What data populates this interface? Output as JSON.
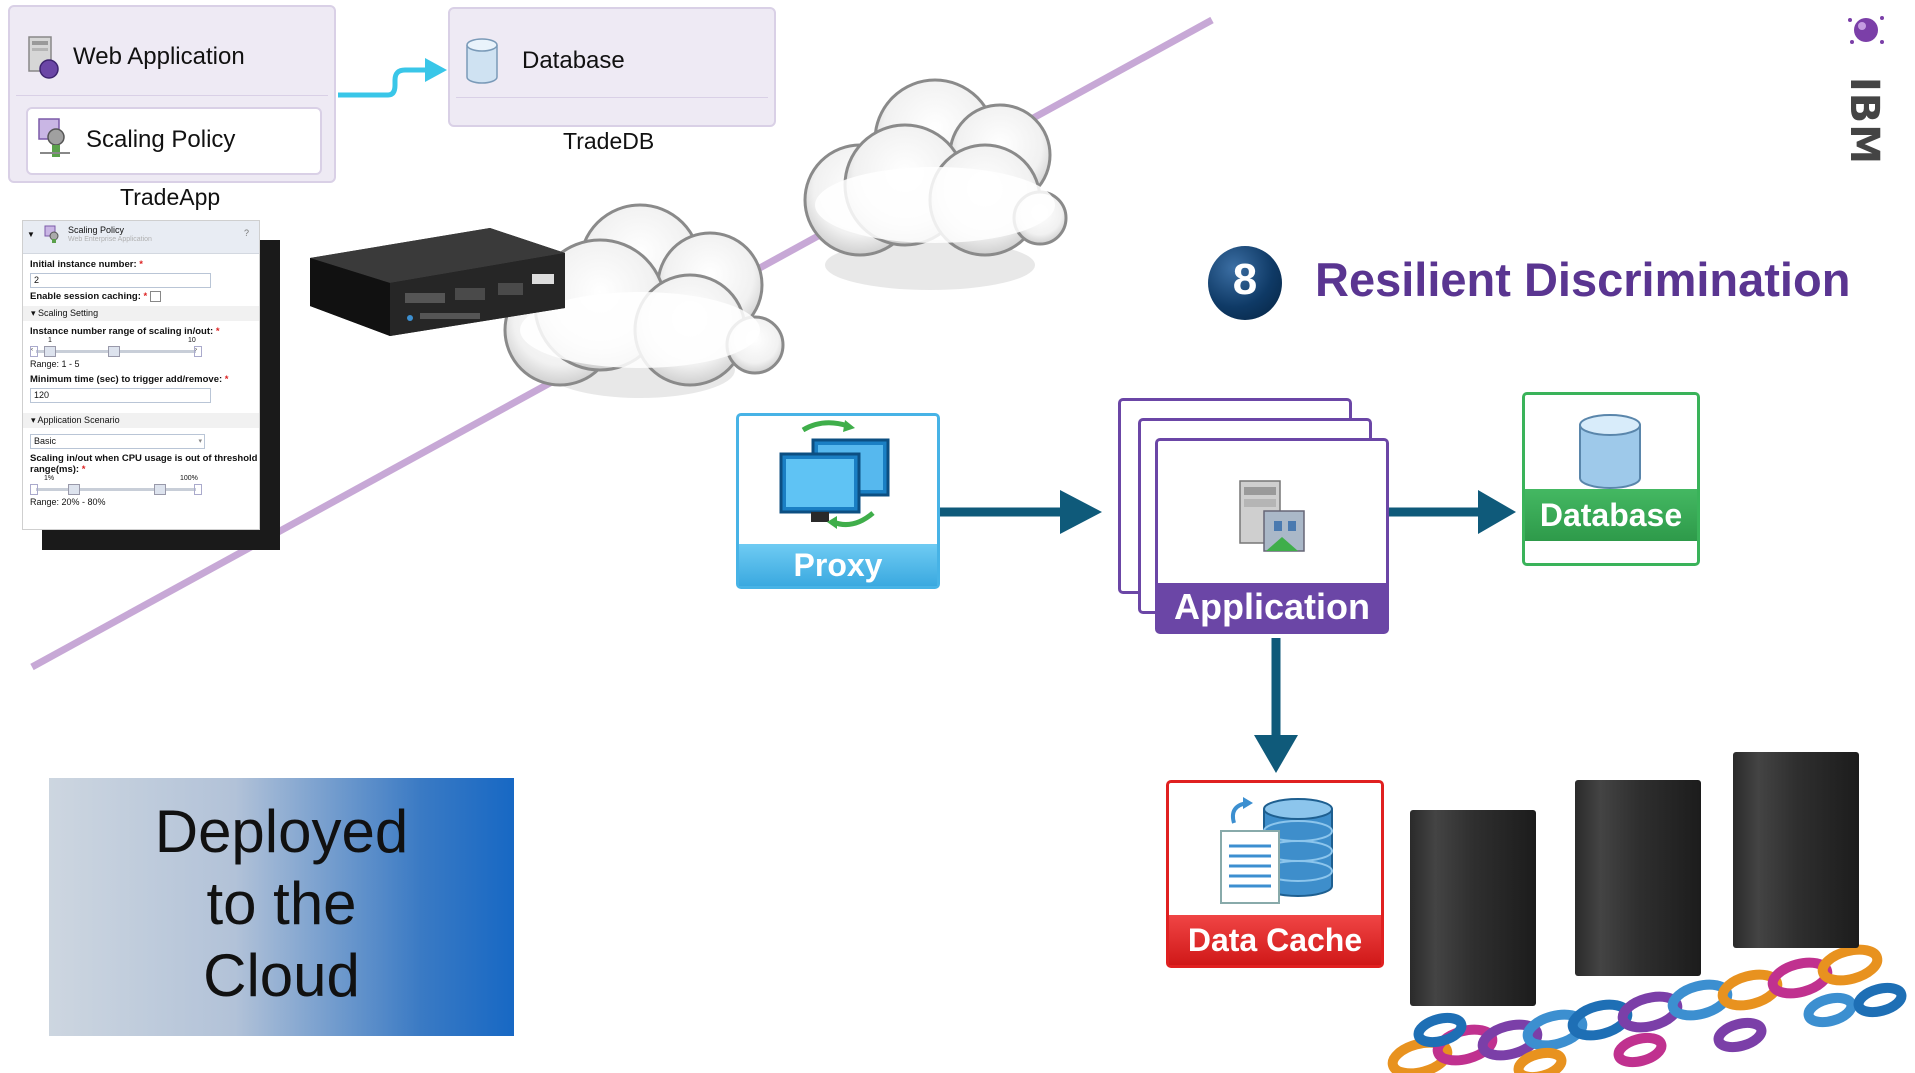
{
  "pattern": {
    "web_app_label": "Web Application",
    "scaling_policy_label": "Scaling Policy",
    "database_label": "Database",
    "tradeapp_caption": "TradeApp",
    "tradedb_caption": "TradeDB"
  },
  "panel": {
    "title": "Scaling Policy",
    "subtitle": "Web Enterprise Application",
    "help": "?",
    "initial_instance_label": "Initial instance number:",
    "initial_instance_value": "2",
    "session_caching_label": "Enable session caching:",
    "required_mark": "*",
    "section_scaling": "Scaling Setting",
    "range_label": "Instance number range of scaling in/out:",
    "range_min_tick": "1",
    "range_max_tick": "10",
    "range_value": "Range: 1  -  5",
    "min_time_label": "Minimum time (sec) to trigger add/remove:",
    "min_time_value": "120",
    "section_scenario": "Application Scenario",
    "scenario_value": "Basic",
    "cpu_label": "Scaling in/out when CPU usage is out of threshold range(ms):",
    "cpu_min_tick": "1%",
    "cpu_max_tick": "100%",
    "cpu_range_value": "Range: 20%  -  80%"
  },
  "badge": {
    "number": "8"
  },
  "title": "Resilient Discrimination",
  "flow": {
    "proxy_label": "Proxy",
    "application_label": "Application",
    "database_label": "Database",
    "data_cache_label": "Data Cache"
  },
  "logo": {
    "text": "IBM"
  },
  "deployed_lines": [
    "Deployed",
    "to the",
    "Cloud"
  ],
  "colors": {
    "purple": "#6b46a6",
    "proxy_blue": "#47b3e6",
    "database_green": "#2e9a4a",
    "cache_red": "#e02020",
    "arrow_teal": "#0f5a7a",
    "diagonal_line": "#c7a8d6"
  }
}
